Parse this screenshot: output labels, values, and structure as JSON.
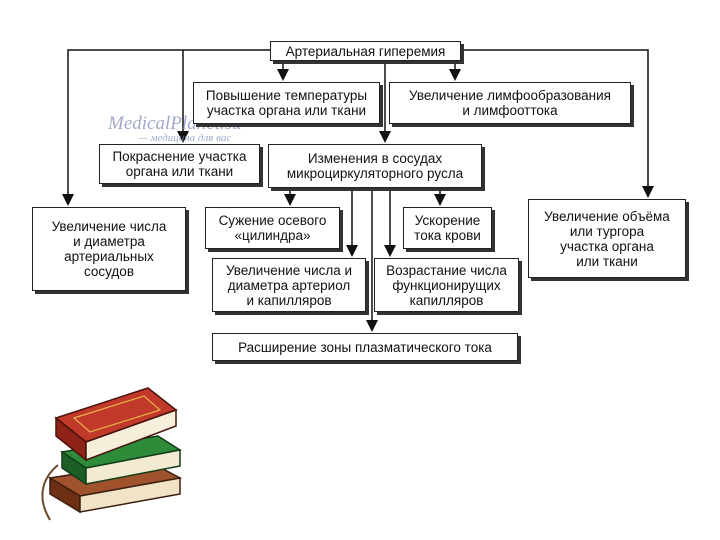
{
  "boxes": {
    "root": "Артериальная гиперемия",
    "temp": "Повышение температуры\nучастка органа или ткани",
    "lymph": "Увеличение лимфообразования\nи лимфооттока",
    "redness": "Покраснение участка\nоргана или ткани",
    "vessels": "Изменения в сосудах\nмикроциркуляторного русла",
    "arterial": "Увеличение числа\nи диаметра\nартериальных\nсосудов",
    "axial": "Сужение осевого\n«цилиндра»",
    "flow": "Ускорение\nтока крови",
    "volume": "Увеличение объёма\nили тургора\nучастка органа\nили ткани",
    "arterioles": "Увеличение числа и\nдиаметра артериол\nи капилляров",
    "capillaries": "Возрастание числа\nфункционирущих\nкапилляров",
    "plasma": "Расширение зоны плазматического тока"
  },
  "watermark": {
    "site": "MedicalPlanet.su",
    "tagline": "— медицина для вас"
  },
  "colors": {
    "border": "#222222",
    "watermark": "#7f8fb8",
    "book_red": "#c0392b",
    "book_green": "#2e8b3a",
    "book_brown": "#8b4a2b"
  }
}
